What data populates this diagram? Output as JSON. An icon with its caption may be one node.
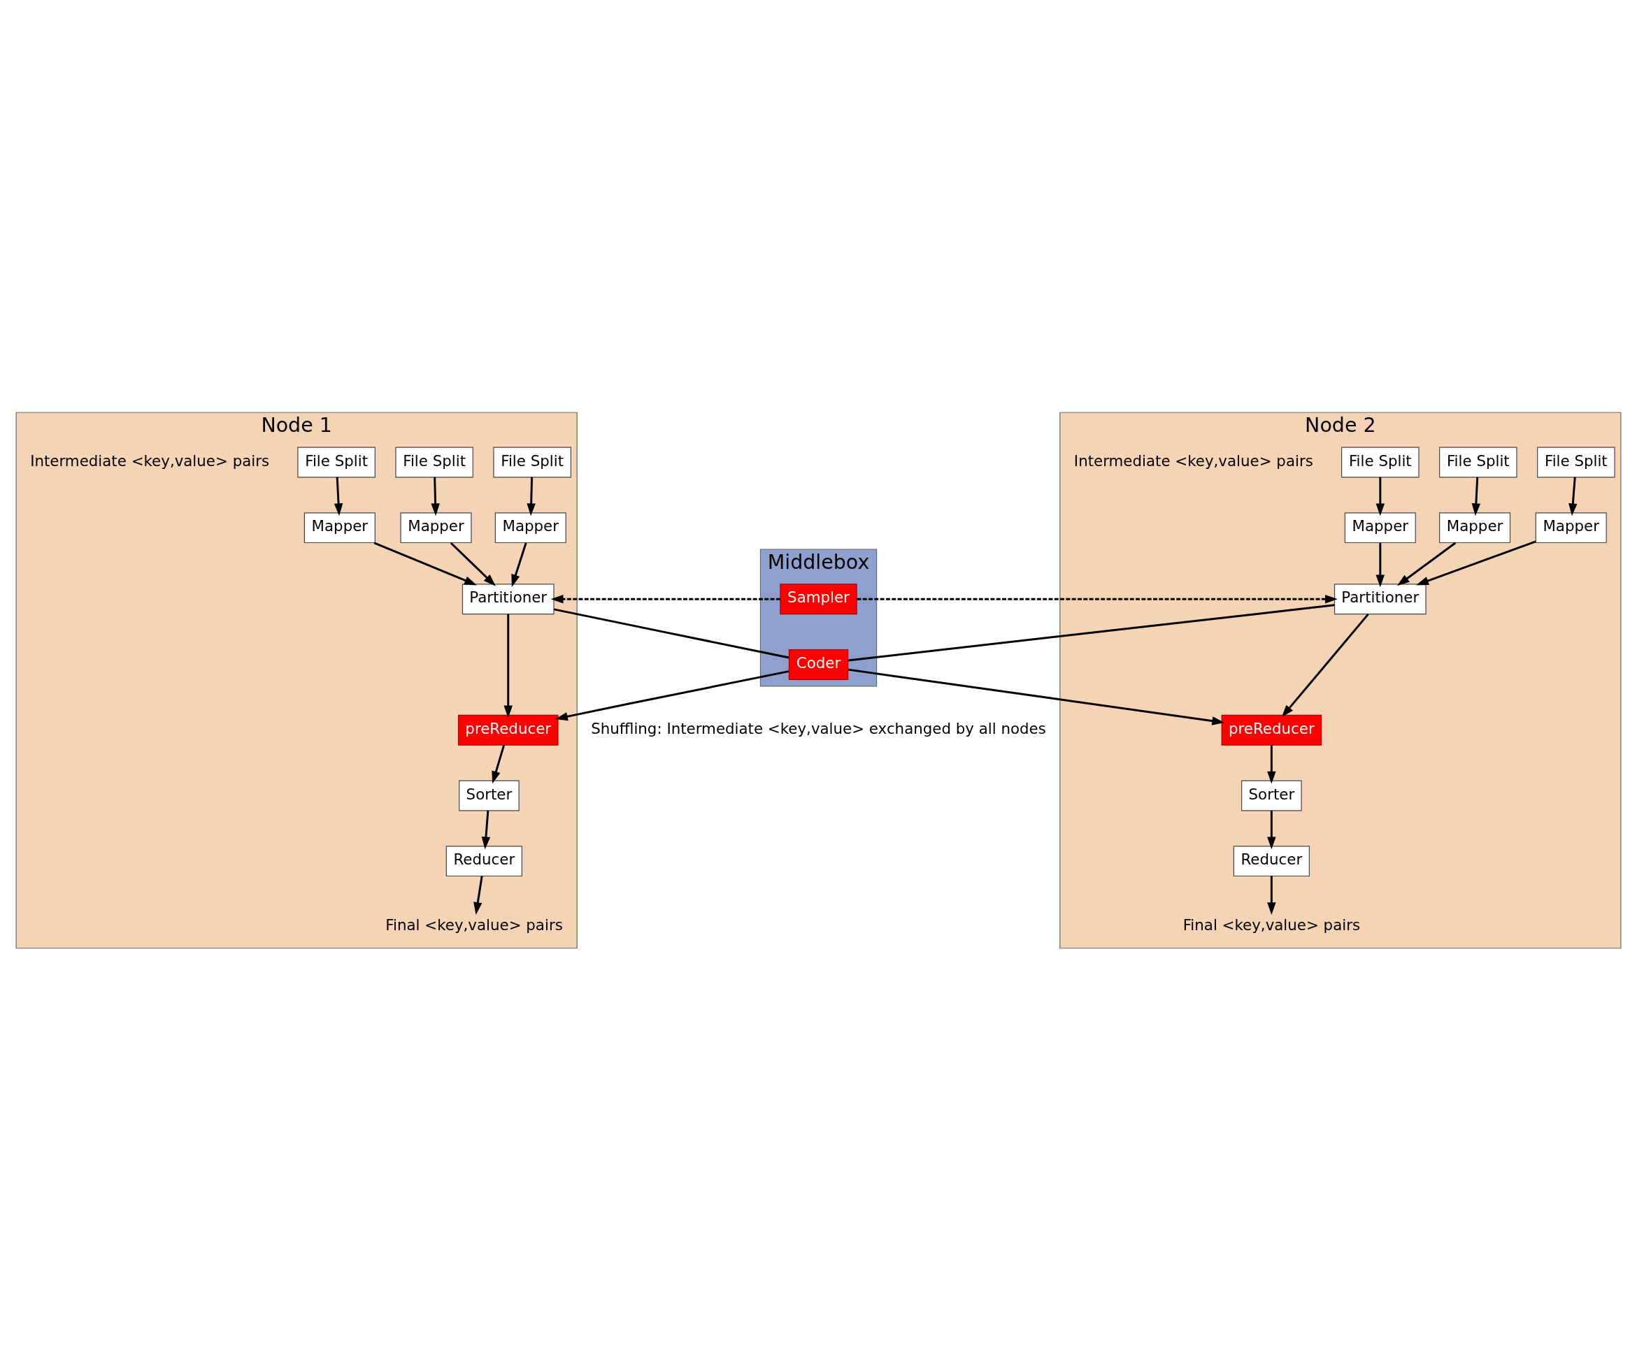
{
  "diagram": {
    "nodes": [
      {
        "text": [
          "Node 1"
        ]
      },
      {
        "text": [
          "File Split"
        ],
        "in": 0
      },
      {
        "text": [
          "File Split"
        ],
        "in": 0
      },
      {
        "text": [
          "File Split"
        ],
        "in": 0
      },
      {
        "text": [
          "Mapper"
        ],
        "in": 0
      },
      {
        "text": [
          "Mapper"
        ],
        "in": 0
      },
      {
        "text": [
          "Mapper"
        ],
        "in": 0
      },
      {
        "text": [
          "Partitioner"
        ],
        "in": 0
      },
      {
        "text": [
          "preReducer"
        ],
        "in": 0
      },
      {
        "text": [
          "Sorter"
        ],
        "in": 0
      },
      {
        "text": [
          "Reducer"
        ],
        "in": 0
      },
      {
        "text": [
          "Final <key,value> pairs"
        ],
        "in": 0
      },
      {
        "text": [
          "Node 2"
        ]
      },
      {
        "text": [
          "File Split"
        ],
        "in": 12
      },
      {
        "text": [
          "File Split"
        ],
        "in": 12
      },
      {
        "text": [
          "File Split"
        ],
        "in": 12
      },
      {
        "text": [
          "Mapper"
        ],
        "in": 12
      },
      {
        "text": [
          "Mapper"
        ],
        "in": 12
      },
      {
        "text": [
          "Mapper"
        ],
        "in": 12
      },
      {
        "text": [
          "Partitioner"
        ],
        "in": 12
      },
      {
        "text": [
          "preReducer"
        ],
        "in": 12
      },
      {
        "text": [
          "Sorter"
        ],
        "in": 12
      },
      {
        "text": [
          "Reducer"
        ],
        "in": 12
      },
      {
        "text": [
          "Final <key,value> pairs"
        ],
        "in": 12
      },
      {
        "text": [
          "Middlebox"
        ]
      },
      {
        "text": [
          "Sampler"
        ],
        "in": 24
      },
      {
        "text": [
          "Coder"
        ],
        "in": 24
      }
    ],
    "edges": [
      {
        "from": 1,
        "to": 4,
        "arrow": "to"
      },
      {
        "from": 2,
        "to": 5,
        "arrow": "to"
      },
      {
        "from": 3,
        "to": 6,
        "arrow": "to"
      },
      {
        "from": 4,
        "to": 7,
        "arrow": "to"
      },
      {
        "from": 5,
        "to": 7,
        "arrow": "to"
      },
      {
        "from": 6,
        "to": 7,
        "arrow": "to"
      },
      {
        "from": 7,
        "to": 8,
        "arrow": "to"
      },
      {
        "from": 8,
        "to": 9,
        "arrow": "to"
      },
      {
        "from": 9,
        "to": 10,
        "arrow": "to"
      },
      {
        "from": 10,
        "to": 11,
        "arrow": "to"
      },
      {
        "from": 13,
        "to": 16,
        "arrow": "to"
      },
      {
        "from": 14,
        "to": 17,
        "arrow": "to"
      },
      {
        "from": 15,
        "to": 18,
        "arrow": "to"
      },
      {
        "from": 16,
        "to": 19,
        "arrow": "to"
      },
      {
        "from": 17,
        "to": 19,
        "arrow": "to"
      },
      {
        "from": 18,
        "to": 19,
        "arrow": "to"
      },
      {
        "from": 19,
        "to": 20,
        "arrow": "to"
      },
      {
        "from": 20,
        "to": 21,
        "arrow": "to"
      },
      {
        "from": 21,
        "to": 22,
        "arrow": "to"
      },
      {
        "from": 22,
        "to": 23,
        "arrow": "to"
      },
      {
        "from": 25,
        "to": 7,
        "arrow": "to",
        "style": "dashed"
      },
      {
        "from": 25,
        "to": 19,
        "arrow": "to",
        "style": "dashed"
      },
      {
        "from": 7,
        "to": 26,
        "arrow": "none"
      },
      {
        "from": 19,
        "to": 26,
        "arrow": "none"
      },
      {
        "from": 26,
        "to": 8,
        "arrow": "to"
      },
      {
        "from": 26,
        "to": 20,
        "arrow": "to"
      }
    ],
    "labels": [
      "Intermediate <key,value> pairs",
      "Intermediate <key,value> pairs",
      "Shuffling: Intermediate <key,value> exchanged by all nodes"
    ]
  }
}
